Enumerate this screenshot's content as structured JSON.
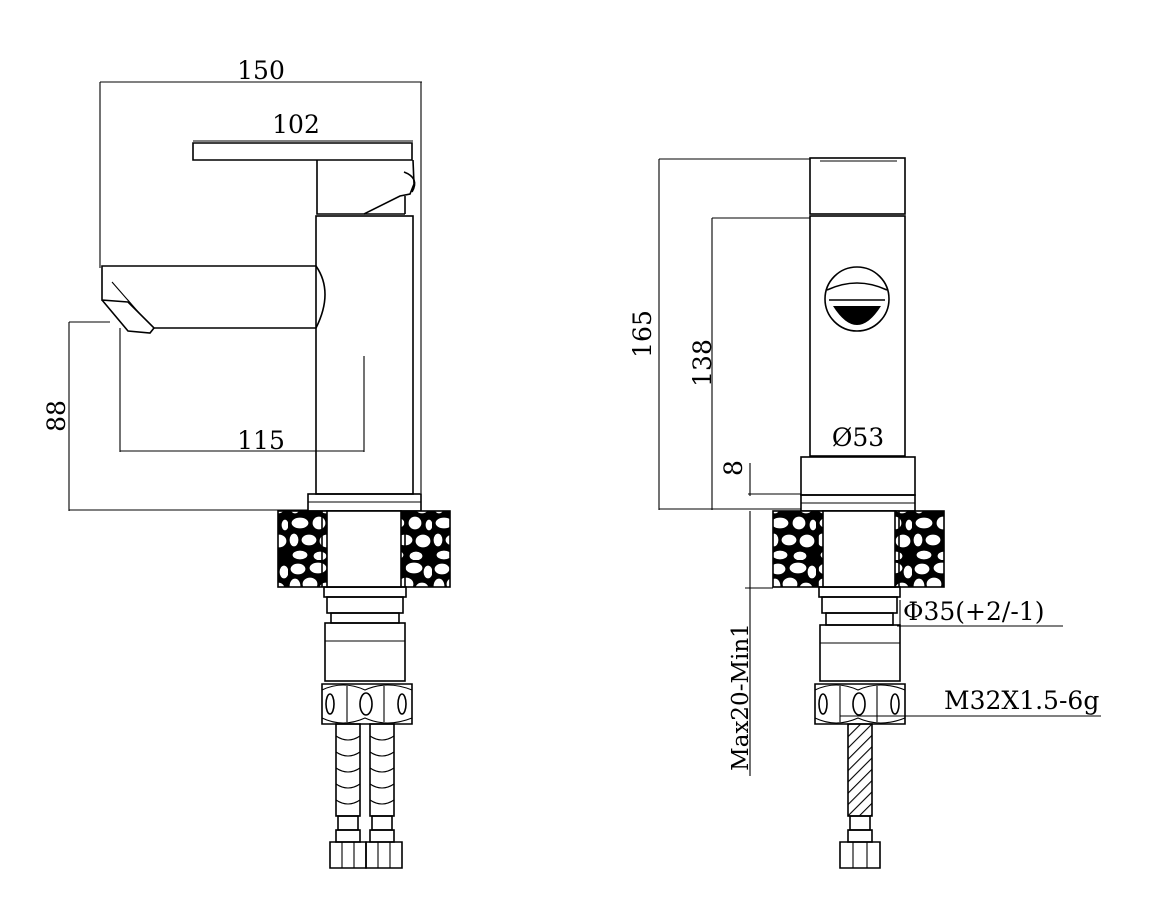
{
  "side_view": {
    "overall_width": "150",
    "handle_length": "102",
    "spout_reach": "115",
    "spout_height": "88"
  },
  "front_view": {
    "overall_height": "165",
    "outlet_height": "138",
    "base_diameter": "Ø53",
    "base_height": "8",
    "deck_thickness": "Max20-Min1",
    "shank_diameter": "Φ35(+2/-1)",
    "thread_spec": "M32X1.5-6g"
  }
}
